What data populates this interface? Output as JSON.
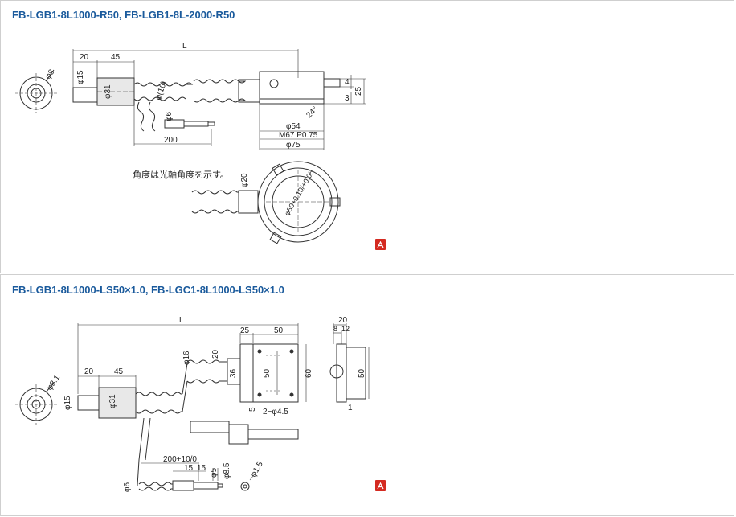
{
  "sections": [
    {
      "title": "FB-LGB1-8L1000-R50, FB-LGB1-8L-2000-R50",
      "note": "角度は光軸角度を示す。",
      "dims": {
        "L": "L",
        "d20": "20",
        "d45": "45",
        "phi8": "φ8",
        "phi15": "φ15",
        "phi31": "φ31",
        "phi16": "φ(16)",
        "phi6": "φ6",
        "d200": "200",
        "phi54": "φ54",
        "m67": "M67  P0.75",
        "phi75": "φ75",
        "d4": "4",
        "d3": "3",
        "d25": "25",
        "a24": "24°",
        "phi20": "φ20",
        "phi50": "φ50+0.10/+0.05"
      },
      "pdf_icon": "pdf-icon"
    },
    {
      "title": "FB-LGB1-8L1000-LS50×1.0, FB-LGC1-8L1000-LS50×1.0",
      "dims": {
        "L": "L",
        "d25": "25",
        "d50": "50",
        "d20r": "20",
        "d8": "8",
        "d12": "12",
        "phi16": "φ16",
        "d20": "20",
        "d36": "36",
        "d50v": "50",
        "d60": "60",
        "d50r": "50",
        "phi8_1": "φ8.1",
        "phi15": "φ15",
        "d20b": "20",
        "d45": "45",
        "phi31": "φ31",
        "holes": "2−φ4.5",
        "d5": "5",
        "d1": "1",
        "d200": "200+10/0",
        "d15a": "15",
        "d15b": "15",
        "phi5": "φ5",
        "phi8_5": "φ8.5",
        "phi1_5": "φ1.5",
        "phi6": "φ6"
      },
      "pdf_icon": "pdf-icon"
    }
  ]
}
